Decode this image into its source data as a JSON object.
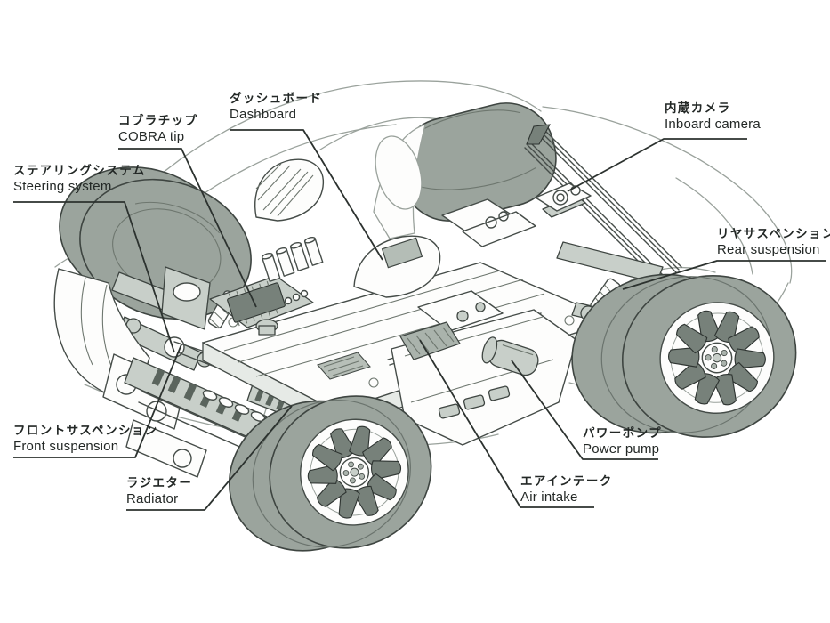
{
  "diagram": {
    "type": "exploded-technical-illustration",
    "subject": "RC racing car chassis cutaway",
    "colors": {
      "background": "#ffffff",
      "line": "#454c48",
      "light_line": "#9aa29c",
      "tire_gray": "#9ba49d",
      "part_gray": "#c8cfc9",
      "dark_part": "#77817a",
      "text": "#232826"
    },
    "labels": [
      {
        "id": "steering-system",
        "jp": "ステアリングシステム",
        "en": "Steering system"
      },
      {
        "id": "cobra-tip",
        "jp": "コブラチップ",
        "en": "COBRA tip"
      },
      {
        "id": "dashboard",
        "jp": "ダッシュボード",
        "en": "Dashboard"
      },
      {
        "id": "inboard-camera",
        "jp": "内蔵カメラ",
        "en": "Inboard camera"
      },
      {
        "id": "rear-suspension",
        "jp": "リヤサスペンション",
        "en": "Rear suspension"
      },
      {
        "id": "front-suspension",
        "jp": "フロントサスペンション",
        "en": "Front suspension"
      },
      {
        "id": "radiator",
        "jp": "ラジエター",
        "en": "Radiator"
      },
      {
        "id": "power-pump",
        "jp": "パワーポンプ",
        "en": "Power pump"
      },
      {
        "id": "air-intake",
        "jp": "エアインテーク",
        "en": "Air intake"
      }
    ]
  }
}
